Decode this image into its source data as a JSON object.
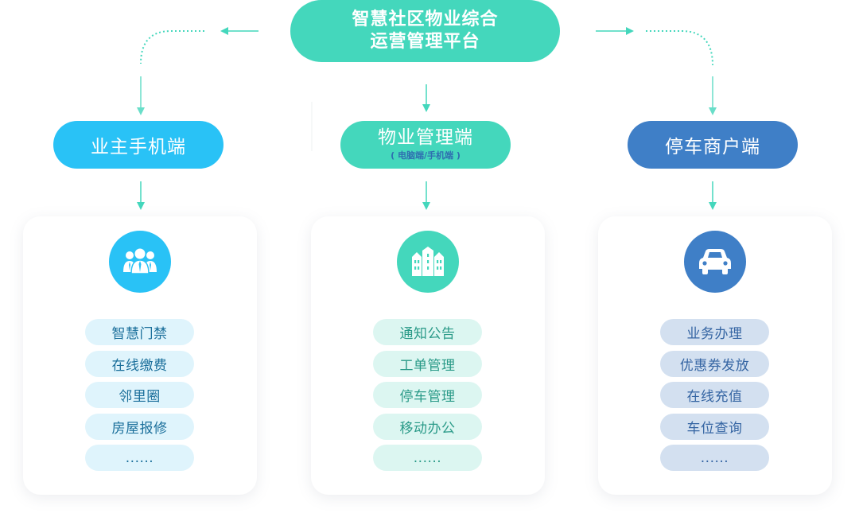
{
  "platform": {
    "title_line1": "智慧社区物业综合",
    "title_line2": "运营管理平台",
    "color": "#44d7bc"
  },
  "connector_color": "#44d7bc",
  "roles": [
    {
      "id": "owner",
      "label": "业主手机端",
      "sublabel": "",
      "color": "#29c2f6",
      "icon": "people-group-icon",
      "features": [
        "智慧门禁",
        "在线缴费",
        "邻里圈",
        "房屋报修",
        "......"
      ]
    },
    {
      "id": "property",
      "label": "物业管理端",
      "sublabel": "( 电脑端/手机端 )",
      "color": "#44d7bc",
      "icon": "buildings-icon",
      "features": [
        "通知公告",
        "工单管理",
        "停车管理",
        "移动办公",
        "......"
      ]
    },
    {
      "id": "parking",
      "label": "停车商户端",
      "sublabel": "",
      "color": "#3f7fc7",
      "icon": "car-icon",
      "features": [
        "业务办理",
        "优惠券发放",
        "在线充值",
        "车位查询",
        "......"
      ]
    }
  ]
}
